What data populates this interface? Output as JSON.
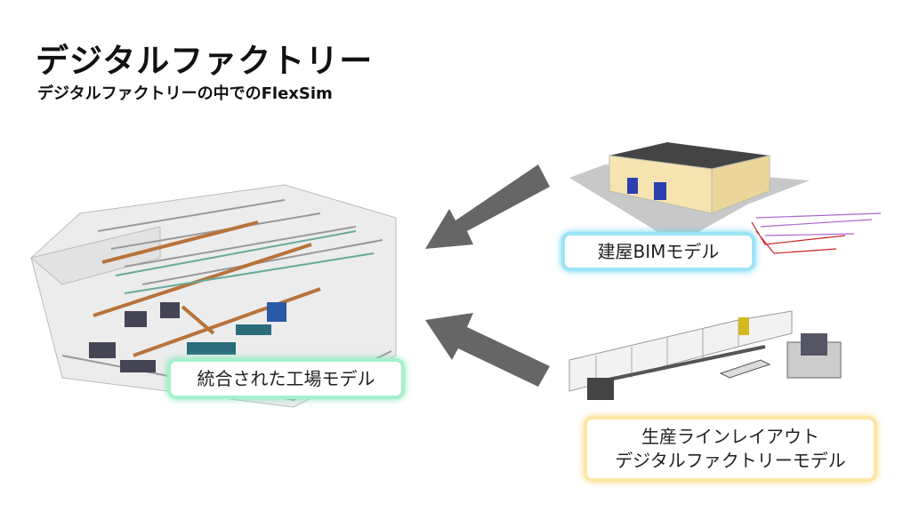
{
  "slide": {
    "title": "デジタルファクトリー",
    "subtitle": "デジタルファクトリーの中でのFlexSim"
  },
  "labels": {
    "integrated": "統合された工場モデル",
    "bim": "建屋BIMモデル",
    "line_1": "生産ラインレイアウト",
    "line_2": "デジタルファクトリーモデル"
  },
  "colors": {
    "green_glow": "#7fe6b3",
    "blue_glow": "#66d2f2",
    "yellow_glow": "#f9d97e",
    "arrow": "#666666"
  }
}
